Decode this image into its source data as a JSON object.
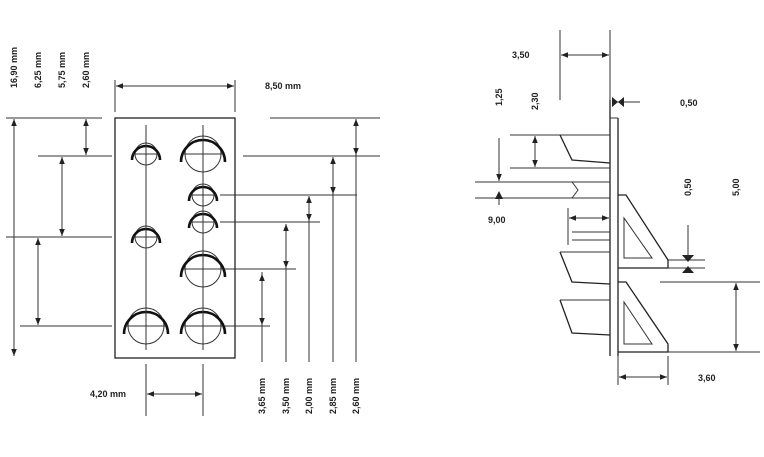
{
  "left_view": {
    "dim_total_width": "8,50 mm",
    "dim_column_spacing": "4,20 mm",
    "dims_left_vertical": [
      "16,90 mm",
      "6,25 mm",
      "5,75 mm",
      "2,60 mm"
    ],
    "dims_bottom_vertical": [
      "3,65 mm",
      "3,50 mm",
      "2,00 mm",
      "2,85 mm",
      "2,60 mm"
    ]
  },
  "right_view": {
    "dim_top_offset": "3,50",
    "dim_125": "1,25",
    "dim_230": "2,30",
    "dim_wall_top": "0,50",
    "dim_wall_mid": "0,50",
    "dim_500": "5,00",
    "dim_900": "9,00",
    "dim_bottom_width": "3,60"
  }
}
